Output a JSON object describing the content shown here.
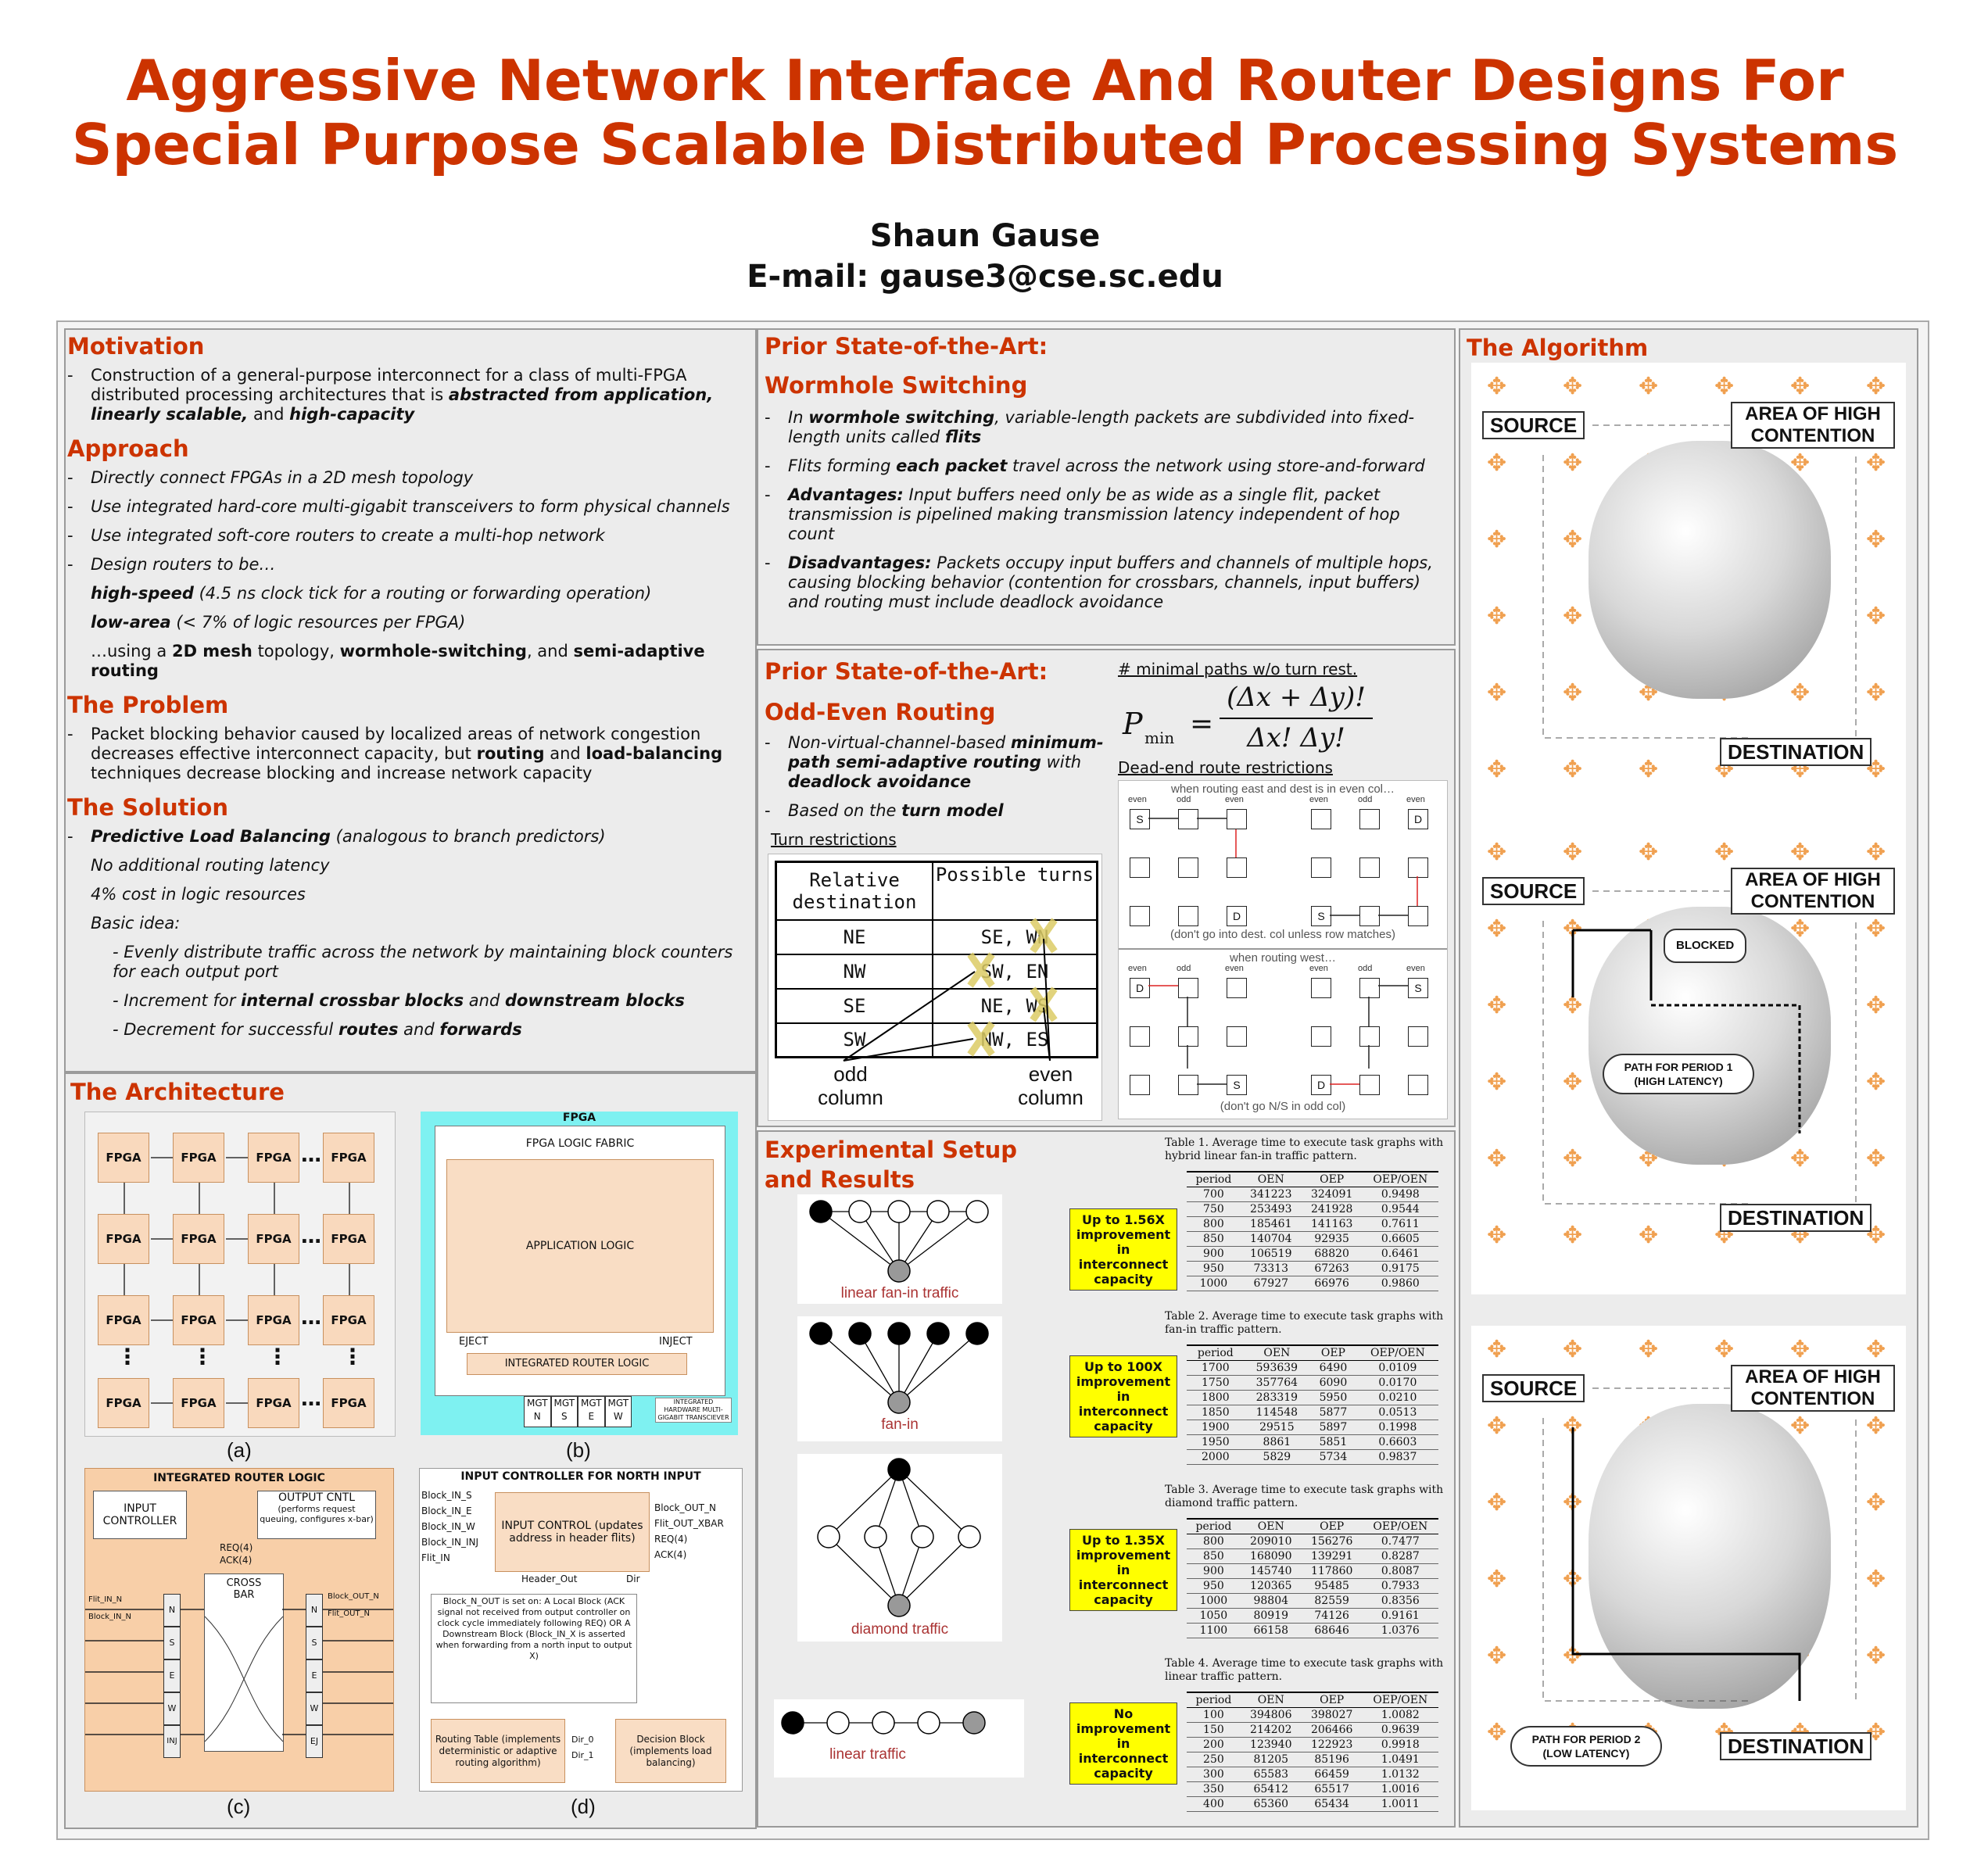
{
  "header": {
    "title_line1": "Aggressive Network Interface And Router Designs For",
    "title_line2": "Special Purpose Scalable Distributed Processing Systems",
    "author": "Shaun Gause",
    "email": "E-mail: gause3@cse.sc.edu"
  },
  "motivation": {
    "heading": "Motivation",
    "text_a": "Construction of a general-purpose interconnect for a class of multi-FPGA distributed processing architectures that is ",
    "bold_a": "abstracted from application, linearly scalable,",
    "text_b": " and ",
    "bold_b": "high-capacity"
  },
  "approach": {
    "heading": "Approach",
    "items": [
      "Directly connect FPGAs in a 2D mesh topology",
      "Use integrated hard-core multi-gigabit transceivers to form physical channels",
      "Use integrated soft-core routers to create a multi-hop network",
      "Design routers to be…"
    ],
    "speed_bold": "high-speed",
    "speed_rest": " (4.5 ns clock tick for a routing or forwarding operation)",
    "area_bold": "low-area",
    "area_rest": " (< 7% of logic resources per FPGA)",
    "using_a": "…using a ",
    "using_b1": "2D mesh",
    "using_c": " topology, ",
    "using_b2": "wormhole-switching",
    "using_d": ", and ",
    "using_b3": "semi-adaptive routing"
  },
  "problem": {
    "heading": "The Problem",
    "text_a": "Packet blocking behavior caused by localized areas of network congestion decreases effective interconnect capacity, but ",
    "bold_a": "routing",
    "text_b": " and ",
    "bold_b": "load-balancing",
    "text_c": " techniques decrease blocking and increase network capacity"
  },
  "solution": {
    "heading": "The Solution",
    "bold_a": "Predictive Load Balancing",
    "text_a": " (analogous to branch predictors)",
    "line2": "No additional routing latency",
    "line3": "4% cost in logic resources",
    "line4": "Basic idea:",
    "sub1": "- Evenly distribute traffic across the network by maintaining block counters for each output port",
    "sub2_a": "- Increment for ",
    "sub2_b": "internal crossbar blocks",
    "sub2_c": " and ",
    "sub2_d": "downstream blocks",
    "sub3_a": "- Decrement for successful ",
    "sub3_b": "routes",
    "sub3_c": " and ",
    "sub3_d": "forwards"
  },
  "architecture": {
    "heading": "The Architecture",
    "fpga_label": "FPGA",
    "dots": "…",
    "vdots": "⋮",
    "cap_a": "(a)",
    "cap_b": "(b)",
    "cap_c": "(c)",
    "cap_d": "(d)",
    "b_title": "FPGA",
    "b_fabric": "FPGA LOGIC FABRIC",
    "b_app": "APPLICATION LOGIC",
    "b_eject": "EJECT",
    "b_inject": "INJECT",
    "b_router": "INTEGRATED ROUTER LOGIC",
    "b_mgt": [
      "MGT N",
      "MGT S",
      "MGT E",
      "MGT W"
    ],
    "b_mgt_note": "INTEGRATED HARDWARE MULTI-GIGABIT TRANSCIEVER",
    "c_title": "INTEGRATED ROUTER LOGIC",
    "c_input": "INPUT CONTROLLER",
    "c_output": "OUTPUT CNTL",
    "c_output_note": "(performs request queuing, configures x-bar)",
    "c_req": "REQ(4)",
    "c_ack": "ACK(4)",
    "c_cross": "CROSS BAR",
    "c_ports_in": [
      "N",
      "S",
      "E",
      "W",
      "INJ"
    ],
    "c_ports_out": [
      "N",
      "S",
      "E",
      "W",
      "EJ"
    ],
    "c_flit_in": "Flit_IN_N",
    "c_block_in": "Block_IN_N",
    "c_block_out": "Block_OUT_N",
    "c_flit_out": "Flit_OUT_N",
    "d_title": "INPUT CONTROLLER FOR NORTH INPUT",
    "d_inputs": [
      "Block_IN_S",
      "Block_IN_E",
      "Block_IN_W",
      "Block_IN_INJ",
      "Flit_IN"
    ],
    "d_ctrl": "INPUT CONTROL (updates address in header flits)",
    "d_outputs": [
      "Block_OUT_N",
      "Flit_OUT_XBAR",
      "REQ(4)",
      "ACK(4)"
    ],
    "d_header_out": "Header_Out",
    "d_dir": "Dir",
    "d_note": "Block_N_OUT is set on: A Local Block (ACK signal not received from output controller on clock cycle immediately following REQ) OR A Downstream Block (Block_IN_X is asserted when forwarding from a north input to output X)",
    "d_routing": "Routing Table (implements deterministic or adaptive routing algorithm)",
    "d_dir0": "Dir_0",
    "d_dir1": "Dir_1",
    "d_decision": "Decision Block (implements load balancing)"
  },
  "wormhole": {
    "heading1": "Prior State-of-the-Art:",
    "heading2": "Wormhole Switching",
    "i1_a": "In ",
    "i1_b": "wormhole switching",
    "i1_c": ", variable-length packets are subdivided into fixed-length units called ",
    "i1_d": "flits",
    "i2_a": "Flits forming ",
    "i2_b": "each packet",
    "i2_c": " travel across the network using store-and-forward",
    "i3_b": "Advantages:",
    "i3_c": "  Input buffers need only be as wide as a single flit, packet transmission is pipelined making transmission latency independent of hop count",
    "i4_b": "Disadvantages:",
    "i4_c": "  Packets occupy input buffers and channels of multiple hops, causing blocking behavior (contention for crossbars, channels, input buffers) and routing must include deadlock avoidance"
  },
  "oddeven": {
    "heading1": "Prior State-of-the-Art:",
    "heading2": "Odd-Even Routing",
    "i1_a": "Non-virtual-channel-based ",
    "i1_b": "minimum-path semi-adaptive routing",
    "i1_c": " with ",
    "i1_d": "deadlock avoidance",
    "i2_a": "Based on the ",
    "i2_b": "turn model",
    "turn_caption": "Turn restrictions",
    "turn_header": [
      "Relative destination",
      "Possible turns"
    ],
    "turn_rows": [
      [
        "NE",
        "SE, WN"
      ],
      [
        "NW",
        "SW, EN"
      ],
      [
        "SE",
        "NE, WS"
      ],
      [
        "SW",
        "NW, ES"
      ]
    ],
    "odd_col": "odd column",
    "even_col": "even column",
    "formula_caption": "# minimal paths w/o turn rest.",
    "formula_lhs": "P",
    "formula_sub": "min",
    "formula_num": "(Δx + Δy)!",
    "formula_den": "Δx! Δy!",
    "deadend_caption": "Dead-end route restrictions",
    "east_caption": "when routing east and dest is in even col…",
    "east_note": "(don't go into dest. col unless row matches)",
    "west_caption": "when routing west…",
    "west_note": "(don't go N/S in odd col)",
    "col_labels": [
      "even",
      "odd",
      "even",
      "even",
      "odd",
      "even"
    ],
    "node_s": "S",
    "node_d": "D"
  },
  "experiment": {
    "heading": "Experimental Setup and Results",
    "graphs": [
      "linear fan-in traffic",
      "fan-in",
      "diamond traffic",
      "linear traffic"
    ],
    "callouts": [
      "Up to 1.56X improvement in interconnect capacity",
      "Up to 100X improvement in interconnect capacity",
      "Up to 1.35X improvement in interconnect capacity",
      "No improvement in interconnect capacity"
    ],
    "tables": [
      {
        "label": "Table 1.",
        "caption": "Average time to execute task graphs with hybrid linear fan-in traffic pattern.",
        "cols": [
          "period",
          "OEN",
          "OEP",
          "OEP/OEN"
        ],
        "rows": [
          [
            "700",
            "341223",
            "324091",
            "0.9498"
          ],
          [
            "750",
            "253493",
            "241928",
            "0.9544"
          ],
          [
            "800",
            "185461",
            "141163",
            "0.7611"
          ],
          [
            "850",
            "140704",
            "92935",
            "0.6605"
          ],
          [
            "900",
            "106519",
            "68820",
            "0.6461"
          ],
          [
            "950",
            "73313",
            "67263",
            "0.9175"
          ],
          [
            "1000",
            "67927",
            "66976",
            "0.9860"
          ]
        ]
      },
      {
        "label": "Table 2.",
        "caption": "Average time to execute task graphs with fan-in traffic pattern.",
        "cols": [
          "period",
          "OEN",
          "OEP",
          "OEP/OEN"
        ],
        "rows": [
          [
            "1700",
            "593639",
            "6490",
            "0.0109"
          ],
          [
            "1750",
            "357764",
            "6090",
            "0.0170"
          ],
          [
            "1800",
            "283319",
            "5950",
            "0.0210"
          ],
          [
            "1850",
            "114548",
            "5877",
            "0.0513"
          ],
          [
            "1900",
            "29515",
            "5897",
            "0.1998"
          ],
          [
            "1950",
            "8861",
            "5851",
            "0.6603"
          ],
          [
            "2000",
            "5829",
            "5734",
            "0.9837"
          ]
        ]
      },
      {
        "label": "Table 3.",
        "caption": "Average time to execute task graphs with diamond traffic pattern.",
        "cols": [
          "period",
          "OEN",
          "OEP",
          "OEP/OEN"
        ],
        "rows": [
          [
            "800",
            "209010",
            "156276",
            "0.7477"
          ],
          [
            "850",
            "168090",
            "139291",
            "0.8287"
          ],
          [
            "900",
            "145740",
            "117860",
            "0.8087"
          ],
          [
            "950",
            "120365",
            "95485",
            "0.7933"
          ],
          [
            "1000",
            "98804",
            "82559",
            "0.8356"
          ],
          [
            "1050",
            "80919",
            "74126",
            "0.9161"
          ],
          [
            "1100",
            "66158",
            "68646",
            "1.0376"
          ]
        ]
      },
      {
        "label": "Table 4.",
        "caption": "Average time to execute task graphs with linear traffic pattern.",
        "cols": [
          "period",
          "OEN",
          "OEP",
          "OEP/OEN"
        ],
        "rows": [
          [
            "100",
            "394806",
            "398027",
            "1.0082"
          ],
          [
            "150",
            "214202",
            "206466",
            "0.9639"
          ],
          [
            "200",
            "123940",
            "122923",
            "0.9918"
          ],
          [
            "250",
            "81205",
            "85196",
            "1.0491"
          ],
          [
            "300",
            "65583",
            "66459",
            "1.0132"
          ],
          [
            "350",
            "65412",
            "65517",
            "1.0016"
          ],
          [
            "400",
            "65360",
            "65434",
            "1.0011"
          ]
        ]
      }
    ]
  },
  "algorithm": {
    "heading": "The Algorithm",
    "source": "SOURCE",
    "area": "AREA OF HIGH CONTENTION",
    "destination": "DESTINATION",
    "blocked": "BLOCKED",
    "path1": "PATH FOR PERIOD 1 (HIGH LATENCY)",
    "path2": "PATH FOR PERIOD 2 (LOW LATENCY)",
    "router_glyph": "✥"
  }
}
